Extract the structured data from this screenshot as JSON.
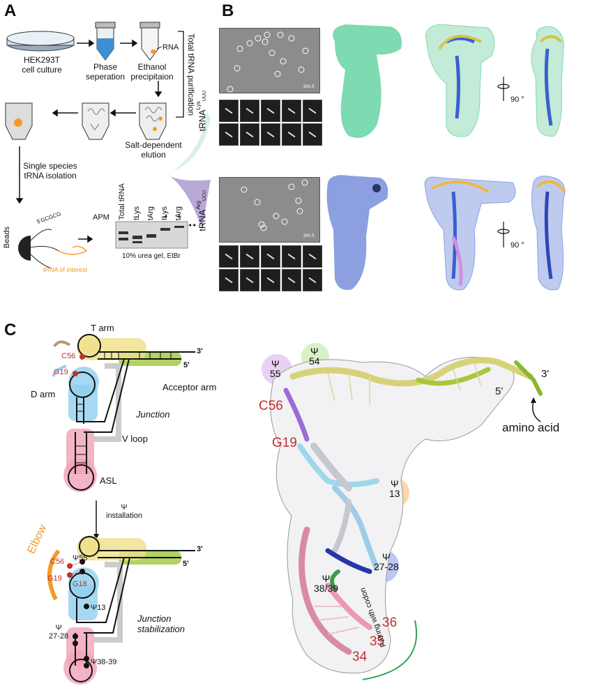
{
  "panels": {
    "a": "A",
    "b": "B",
    "c": "C"
  },
  "panel_a": {
    "dish": "HEK293T\ncell culture",
    "phase": "Phase\nseperation",
    "ethanol": "Ethanol\nprecipitaion",
    "rna": "RNA",
    "total_trna": "Total tRNA purification",
    "salt": "Salt-dependent\nelution",
    "single": "Single species\ntRNA isolation",
    "beads": "Beads",
    "tag": "5'GCGCG",
    "toi": "tRNA of interest",
    "gel_headers": [
      "Total tRNA",
      "tLys",
      "tArg",
      "tLys",
      "tArg"
    ],
    "apm_label": "APM",
    "apm_signs": [
      "-",
      "-",
      "+",
      "+"
    ],
    "gel_caption": "10% urea gel, EtBr"
  },
  "panel_b": {
    "lys": {
      "name": "tRNA",
      "sup": "Lys",
      "sub": "UUU"
    },
    "arg": {
      "name": "tRNA",
      "sup": "Arg",
      "sub": "UCU"
    },
    "scale": "300 Å",
    "rotation": "90 °"
  },
  "panel_c": {
    "t_arm": "T arm",
    "acceptor": "Acceptor arm",
    "d_arm": "D arm",
    "junction": "Junction",
    "v_loop": "V loop",
    "asl": "ASL",
    "psi_install": "Ψ\ninstallation",
    "elbow": "Elbow",
    "junction_stab": "Junction\nstabilization",
    "c56": "C56",
    "g19": "G19",
    "g18": "G18",
    "psi55": "Ψ55",
    "psi13": "Ψ13",
    "psi2728": "Ψ\n27-28",
    "psi3839": "Ψ38-39",
    "three_prime": "3'",
    "five_prime": "5'",
    "struct": {
      "psi55": "Ψ\n55",
      "psi54": "Ψ\n54",
      "c56": "C56",
      "g19": "G19",
      "psi13": "Ψ\n13",
      "psi2728": "Ψ\n27-28",
      "psi3839": "Ψ\n38/39",
      "n36": "36",
      "n35": "35",
      "n34": "34",
      "three": "3'",
      "five": "5'",
      "amino": "amino acid",
      "pairing": "Pairing with codon"
    }
  },
  "colors": {
    "lys": "#6fd6a8",
    "arg": "#7f95dd",
    "acceptor": "#9cc83b",
    "tarm": "#efe08a",
    "darm": "#8fd0ee",
    "asl": "#f0a3b8",
    "orange": "#f39a2a",
    "red": "#c0302f"
  }
}
